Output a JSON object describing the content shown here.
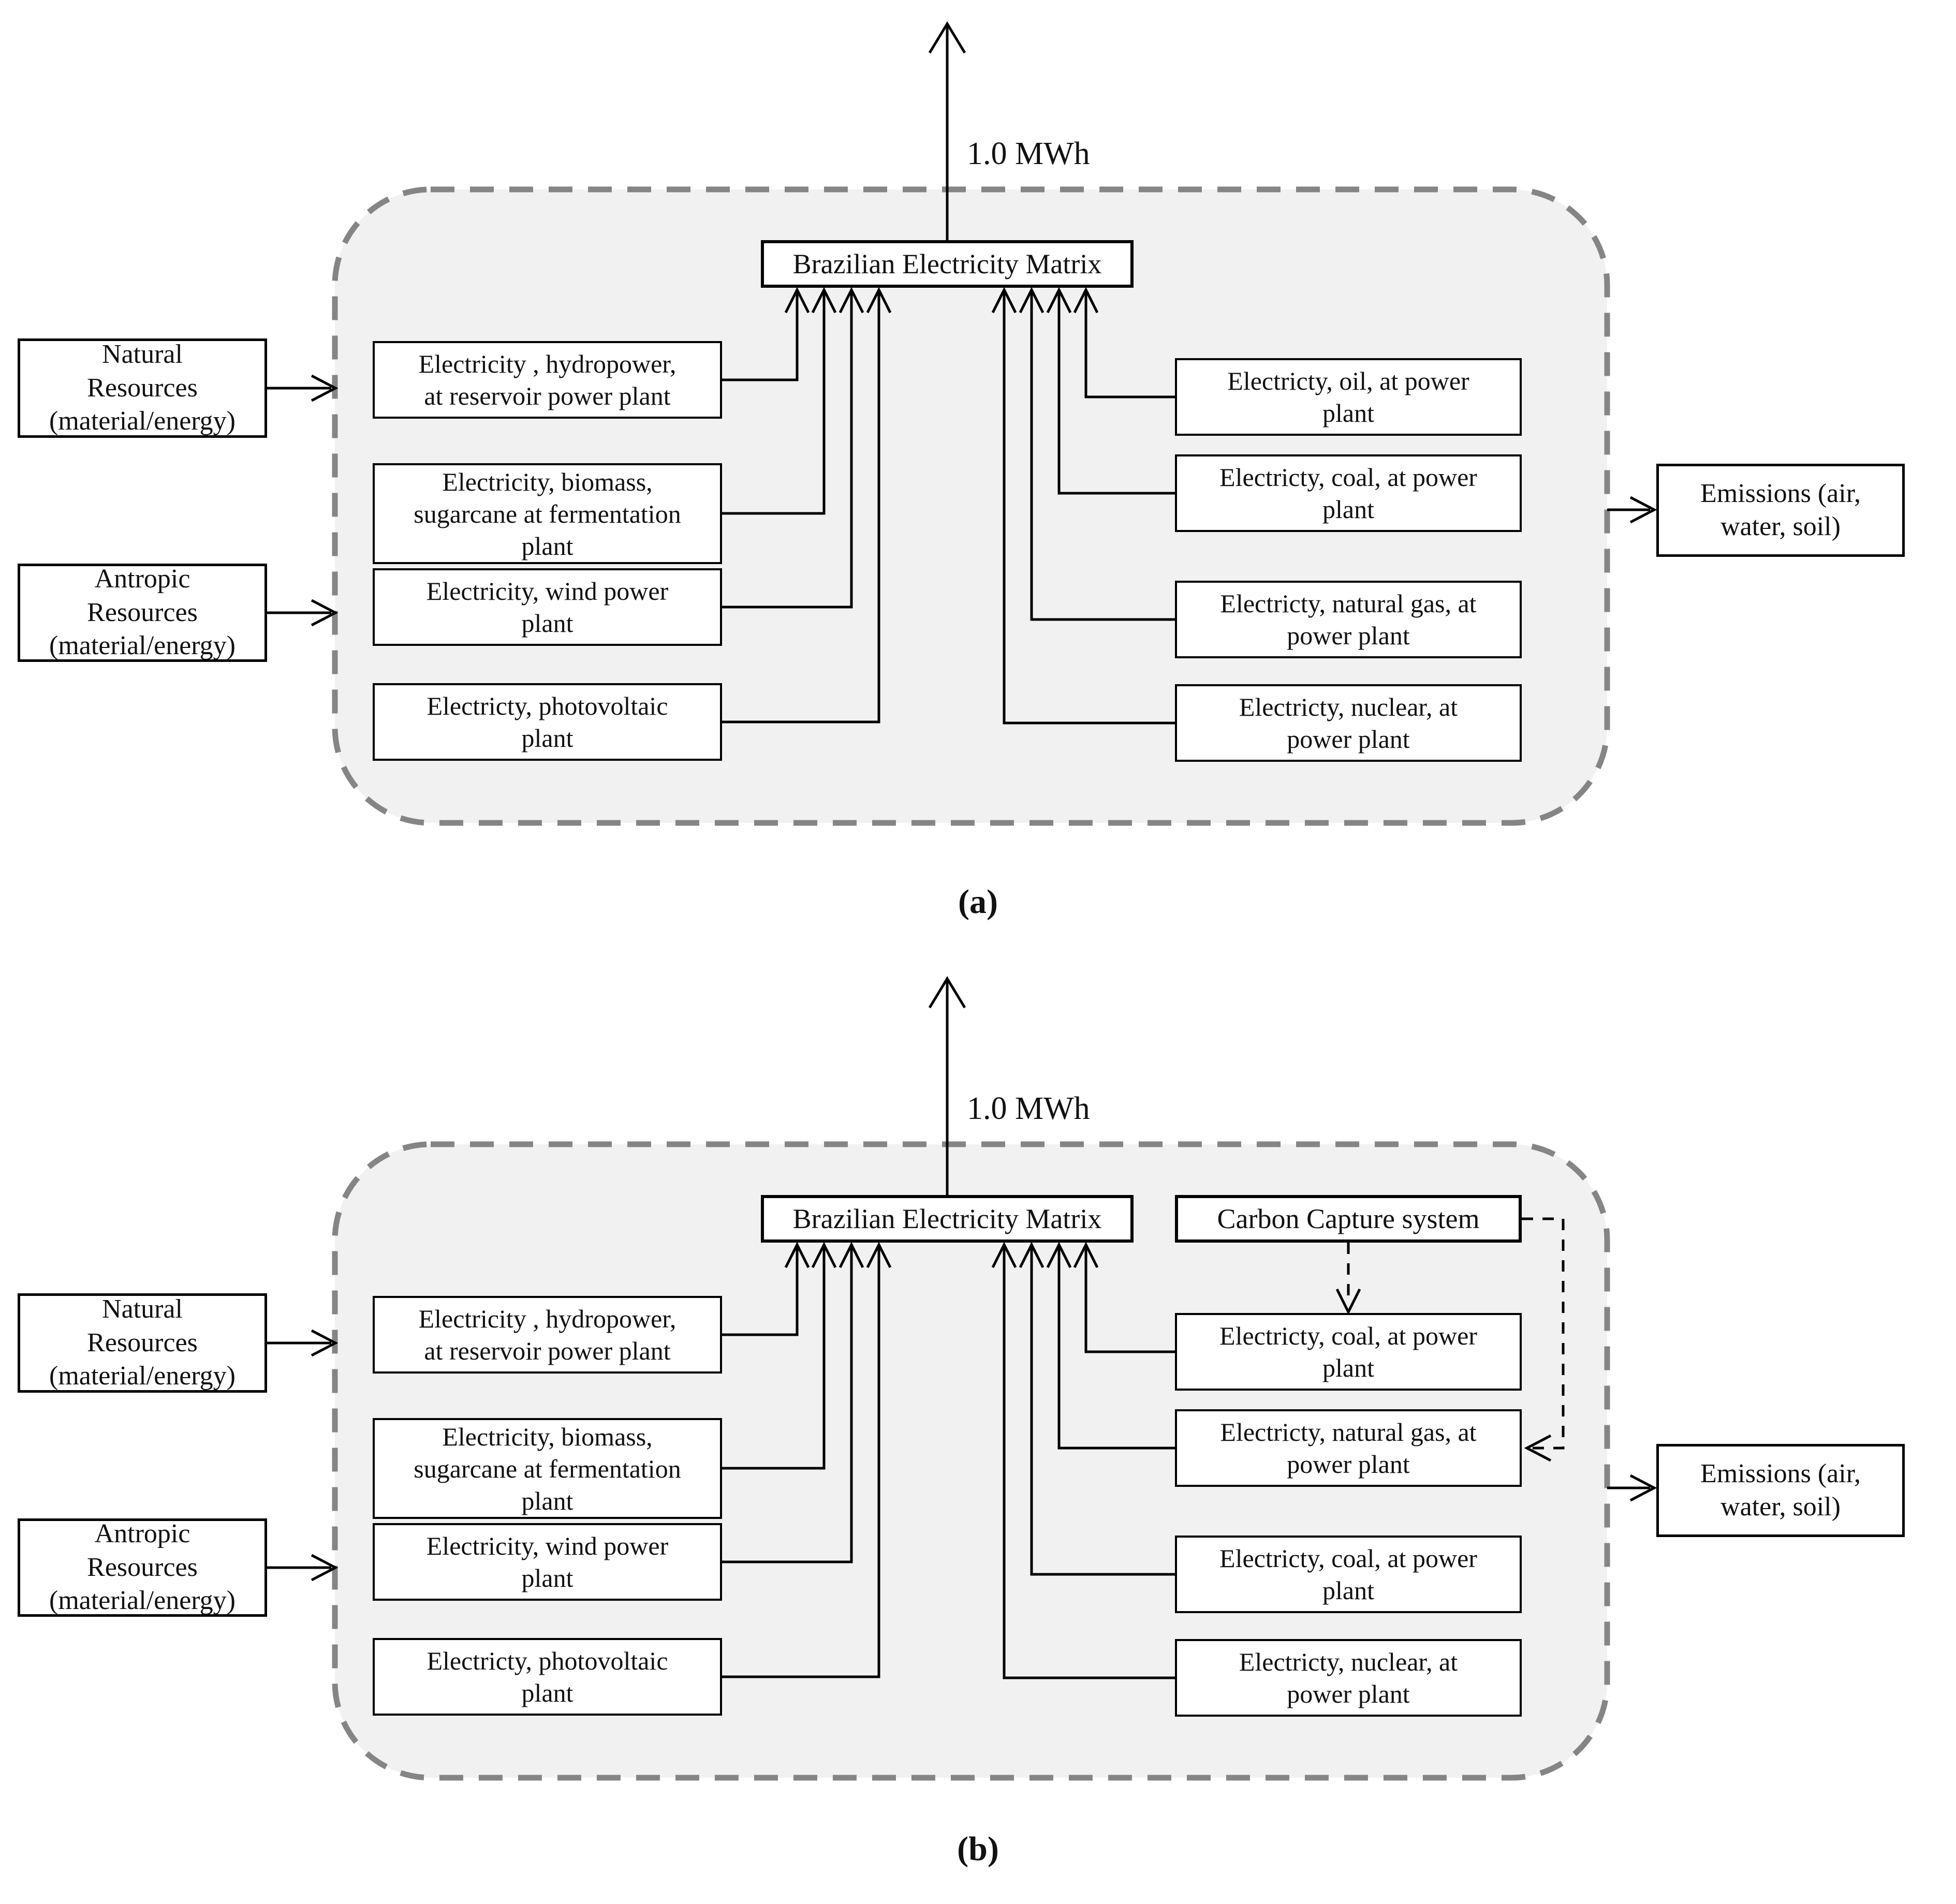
{
  "figure": {
    "kind": "LCA system boundary diagram, two variants",
    "colors": {
      "boundary_fill": "#f1f1f1",
      "boundary_stroke": "#858585",
      "line": "#000000",
      "box_fill": "#ffffff",
      "background": "#ffffff"
    }
  },
  "panel_a": {
    "label": "(a)",
    "functional_unit": "1.0 MWh",
    "matrix_box": "Brazilian Electricity Matrix",
    "inputs": [
      "Natural\nResources\n(material/energy)",
      "Antropic\nResources\n(material/energy)"
    ],
    "left_sources": [
      "Electricity , hydropower,\nat reservoir power plant",
      "Electricity, biomass,\nsugarcane at fermentation\nplant",
      "Electricity, wind power\nplant",
      "Electricty,  photovoltaic\nplant"
    ],
    "right_sources": [
      "Electricty,  oil, at power\nplant",
      "Electricty,  coal, at power\nplant",
      "Electricty,  natural gas, at\npower plant",
      "Electricty,  nuclear, at\npower plant"
    ],
    "emissions_box": "Emissions (air,\nwater, soil)"
  },
  "panel_b": {
    "label": "(b)",
    "functional_unit": "1.0 MWh",
    "matrix_box": "Brazilian Electricity Matrix",
    "carbon_capture_box": "Carbon Capture system",
    "inputs": [
      "Natural\nResources\n(material/energy)",
      "Antropic\nResources\n(material/energy)"
    ],
    "left_sources": [
      "Electricity , hydropower,\nat reservoir power plant",
      "Electricity, biomass,\nsugarcane at fermentation\nplant",
      "Electricity, wind power\nplant",
      "Electricty,  photovoltaic\nplant"
    ],
    "right_sources": [
      "Electricty,  coal, at power\nplant",
      "Electricty,  natural gas, at\npower plant",
      "Electricty, coal, at power\nplant",
      "Electricty,  nuclear, at\npower plant"
    ],
    "emissions_box": "Emissions (air,\nwater, soil)"
  }
}
